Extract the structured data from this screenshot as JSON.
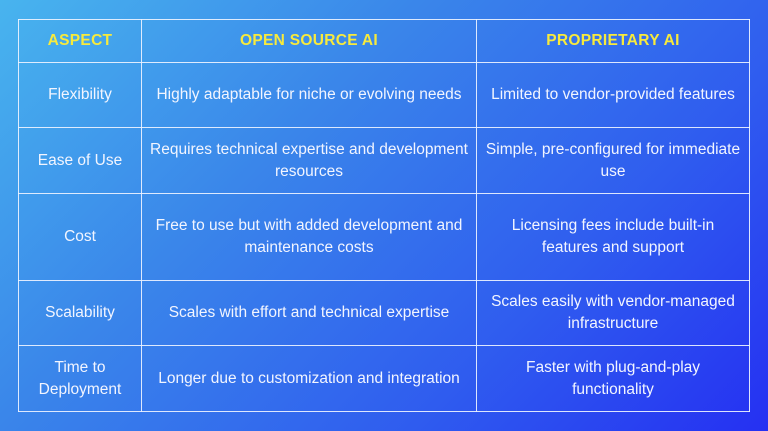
{
  "table": {
    "headers": [
      "ASPECT",
      "OPEN SOURCE AI",
      "PROPRIETARY AI"
    ],
    "rows": [
      {
        "aspect": "Flexibility",
        "open_source": "Highly adaptable for niche or evolving needs",
        "proprietary": "Limited to vendor-provided features"
      },
      {
        "aspect": "Ease of Use",
        "open_source": "Requires technical expertise and development resources",
        "proprietary": "Simple, pre-configured for immediate use"
      },
      {
        "aspect": "Cost",
        "open_source": "Free to use but with added development and maintenance costs",
        "proprietary": "Licensing fees include built-in features and support"
      },
      {
        "aspect": "Scalability",
        "open_source": "Scales with effort and technical expertise",
        "proprietary": "Scales easily with vendor-managed infrastructure"
      },
      {
        "aspect": "Time to Deployment",
        "open_source": "Longer due to customization and integration",
        "proprietary": "Faster with plug-and-play functionality"
      }
    ]
  },
  "colors": {
    "header_text": "#f7ea3c",
    "body_text": "#f2f5ff",
    "border": "#ebf2ff",
    "background_start": "#48b4ee",
    "background_end": "#2530f2"
  }
}
